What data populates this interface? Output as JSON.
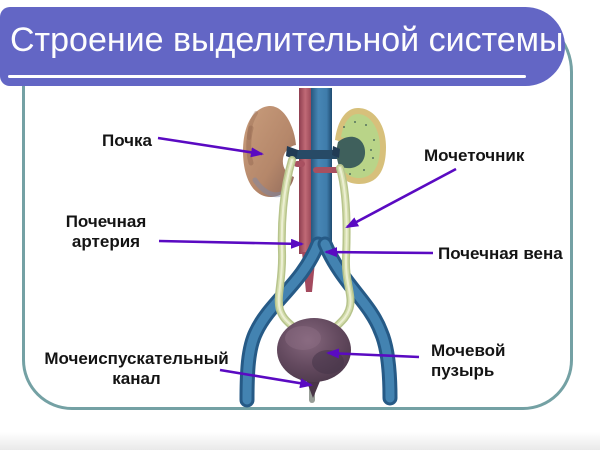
{
  "slide": {
    "title": "Строение выделительной системы"
  },
  "labels": {
    "kidney": "Почка",
    "ureter": "Мочеточник",
    "renal_artery": "Почечная артерия",
    "renal_vein": "Почечная вена",
    "urethra": "Мочеиспускательный канал",
    "bladder": "Мочевой пузырь"
  },
  "colors": {
    "title_bar": "#6366c5",
    "title_text": "#fdfdfd",
    "panel_border": "#74a1a4",
    "label_text": "#141414",
    "arrow": "#5a0ac2",
    "artery": "#b25565",
    "vein": "#3c7cab",
    "ureter_tube": "#c5d19b",
    "kidney_left": "#bb8e70",
    "kidney_section_rim": "#d7c07b",
    "kidney_section_cortex": "#b9d488",
    "kidney_pelvis": "#3f605c",
    "bladder_organ": "#63485c"
  }
}
